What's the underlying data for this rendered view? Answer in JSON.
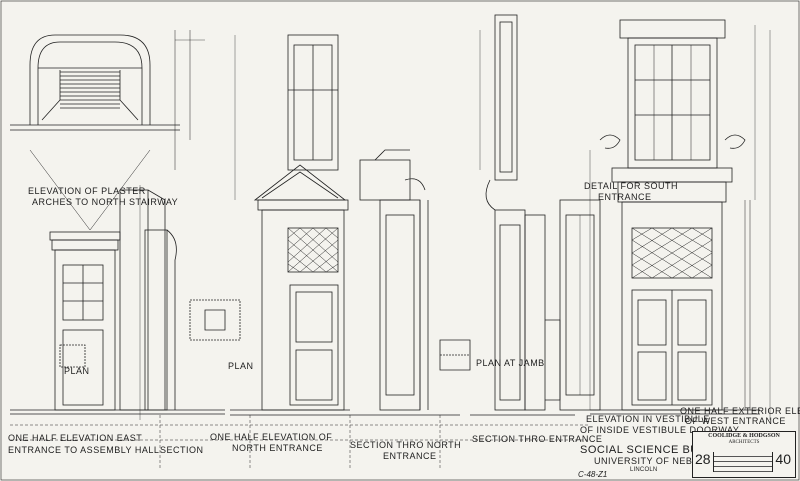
{
  "drawing": {
    "labels": {
      "elev_plaster_1": "ELEVATION OF PLASTER",
      "elev_plaster_2": "ARCHES TO NORTH STAIRWAY",
      "half_elev_east_1": "ONE HALF ELEVATION EAST",
      "half_elev_east_2": "ENTRANCE TO ASSEMBLY HALL",
      "section_1": "SECTION",
      "half_elev_north_1": "ONE HALF ELEVATION OF",
      "half_elev_north_2": "NORTH ENTRANCE",
      "sect_north_1": "SECTION THRO NORTH",
      "sect_north_2": "ENTRANCE",
      "sect_entrance": "SECTION THRO ENTRANCE",
      "plan_at_jamb": "PLAN AT JAMB",
      "plan_1": "PLAN",
      "plan_2": "PLAN",
      "detail_south_1": "DETAIL FOR SOUTH",
      "detail_south_2": "ENTRANCE",
      "elev_vestibule_1": "ELEVATION IN VESTIBULE",
      "elev_vestibule_2": "OF INSIDE VESTIBULE DOORWAY",
      "half_ext_1": "ONE HALF EXTERIOR ELEVATION",
      "half_ext_2": "OF WEST ENTRANCE",
      "building_1": "SOCIAL SCIENCE BUILDING",
      "building_2": "UNIVERSITY OF NEBRASKA",
      "city": "LINCOLN"
    },
    "title_block": {
      "firm": "COOLIDGE & HODGSON",
      "role": "ARCHITECTS",
      "sheet_left": "28",
      "sheet_right": "40"
    },
    "sheet_ref": "C-48-Z1"
  }
}
